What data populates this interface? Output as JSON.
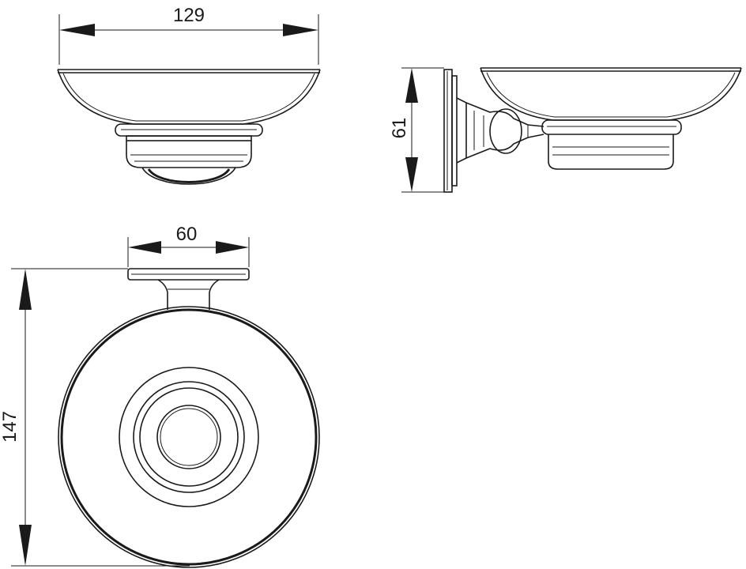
{
  "dimensions": {
    "front_width": "129",
    "side_height": "61",
    "top_width": "60",
    "top_height": "147"
  },
  "colors": {
    "line": "#1a1a1a",
    "background": "#ffffff"
  }
}
